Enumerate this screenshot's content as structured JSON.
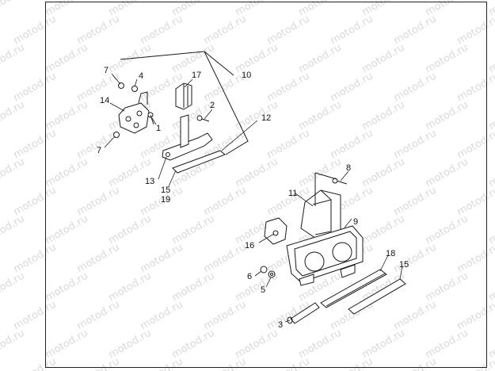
{
  "watermark": {
    "text": "motod.ru"
  },
  "callouts": {
    "c1": "1",
    "c2": "2",
    "c3": "3",
    "c4": "4",
    "c5": "5",
    "c6": "6",
    "c7a": "7",
    "c7b": "7",
    "c8": "8",
    "c9": "9",
    "c10": "10",
    "c11": "11",
    "c12": "12",
    "c13": "13",
    "c14": "14",
    "c15a": "15",
    "c15b": "15",
    "c16": "16",
    "c17": "17",
    "c18": "18",
    "c19": "19"
  },
  "colors": {
    "line": "#1a1a1a",
    "watermark": "#d9d9d9",
    "background": "#ffffff"
  }
}
